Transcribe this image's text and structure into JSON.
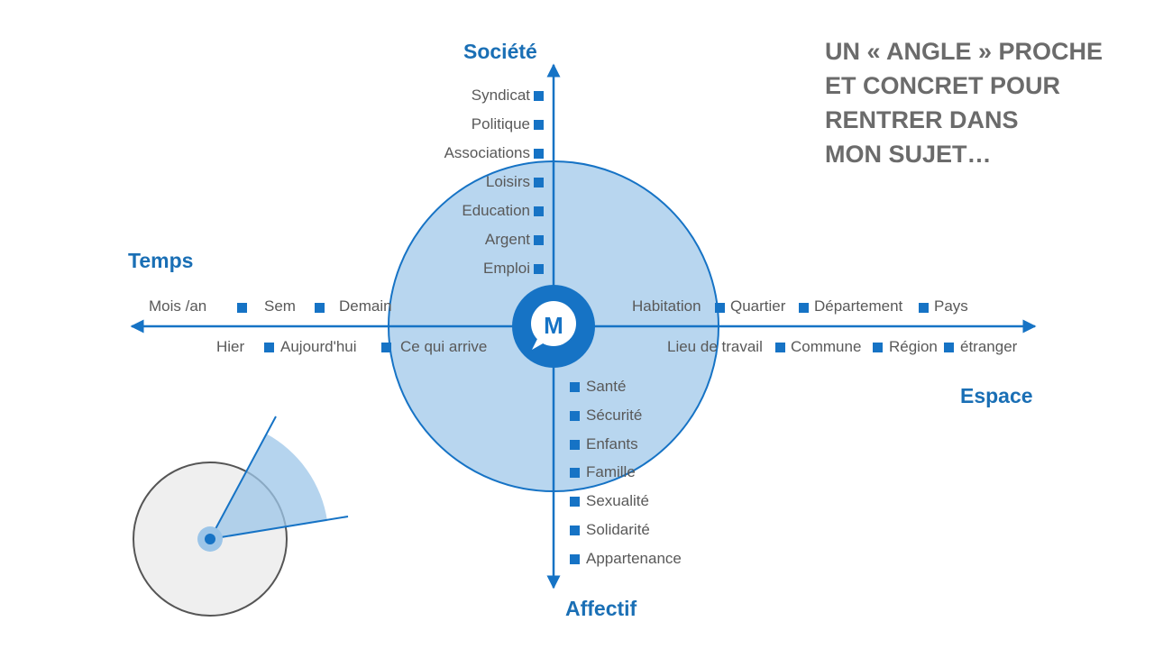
{
  "heading": [
    "UN « ANGLE » PROCHE",
    "ET CONCRET POUR",
    "RENTRER DANS",
    "MON SUJET…"
  ],
  "axes": {
    "top": "Société",
    "left": "Temps",
    "right": "Espace",
    "bottom": "Affectif"
  },
  "societe_items": [
    "Syndicat",
    "Politique",
    "Associations",
    "Loisirs",
    "Education",
    "Argent",
    "Emploi"
  ],
  "affectif_items": [
    "Santé",
    "Sécurité",
    "Enfants",
    "Famille",
    "Sexualité",
    "Solidarité",
    "Appartenance"
  ],
  "temps_above": [
    "Mois /an",
    "Sem",
    "Demain"
  ],
  "temps_below": [
    "Hier",
    "Aujourd'hui",
    "Ce qui arrive"
  ],
  "espace_above": [
    "Habitation",
    "Quartier",
    "Département",
    "Pays"
  ],
  "espace_below": [
    "Lieu de travail",
    "Commune",
    "Région",
    "étranger"
  ],
  "logo_letter": "M",
  "colors": {
    "accent": "#1673c5",
    "circle_fill": "#b8d6ef",
    "text": "#595959",
    "heading": "#6b6b6b",
    "axis_label": "#1a6fb5"
  }
}
